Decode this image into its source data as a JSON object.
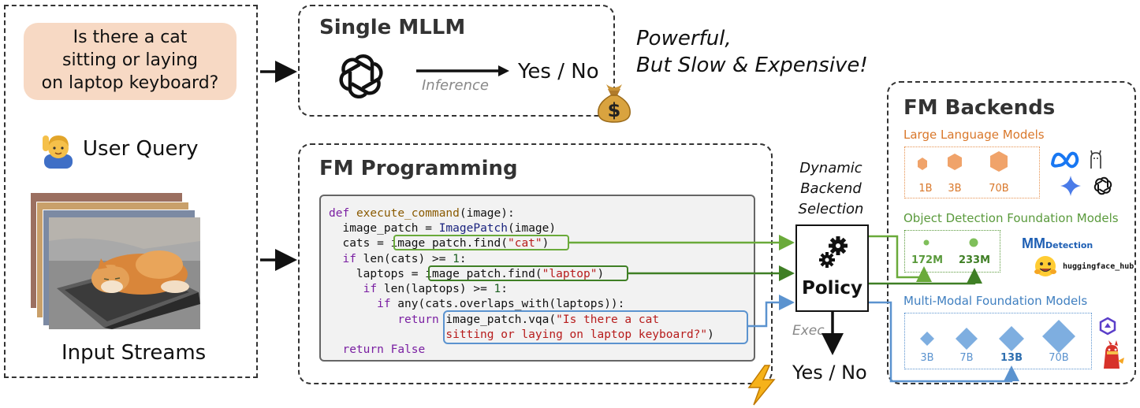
{
  "query": {
    "bubble_line1": "Is there a cat",
    "bubble_line2": "sitting or laying",
    "bubble_line3": "on laptop keyboard?",
    "user_label": "User Query",
    "input_label": "Input Streams"
  },
  "single": {
    "title": "Single MLLM",
    "inference": "Inference",
    "answer": "Yes / No",
    "note_line1": "Powerful,",
    "note_line2": "But Slow & Expensive!"
  },
  "programming": {
    "title": "FM Programming",
    "code_lines": [
      "def execute_command(image):",
      "  image_patch = ImagePatch(image)",
      "  cats = image_patch.find(\"cat\")",
      "  if len(cats) >= 1:",
      "    laptops = image_patch.find(\"laptop\")",
      "     if len(laptops) >= 1:",
      "       if any(cats.overlaps_with(laptops)):",
      "          return image_patch.vqa(\"Is there a cat",
      "                 sitting or laying on laptop keyboard?\")",
      "  return False"
    ]
  },
  "policy": {
    "selection_line1": "Dynamic",
    "selection_line2": "Backend",
    "selection_line3": "Selection",
    "label": "Policy",
    "exec": "Exec.",
    "answer": "Yes / No"
  },
  "backends": {
    "title": "FM Backends",
    "llm_title": "Large Language Models",
    "llm_sizes": [
      "1B",
      "3B",
      "70B"
    ],
    "det_title": "Object Detection Foundation Models",
    "det_sizes": [
      "172M",
      "233M"
    ],
    "det_logo": "Detection",
    "hf_label": "huggingface_hub",
    "mm_title": "Multi-Modal Foundation Models",
    "mm_sizes": [
      "3B",
      "7B",
      "13B",
      "70B"
    ]
  },
  "colors": {
    "llm": "#e6914f",
    "det": "#5a9a3c",
    "mm": "#5b93cf",
    "bubble": "#f7d9c4"
  }
}
